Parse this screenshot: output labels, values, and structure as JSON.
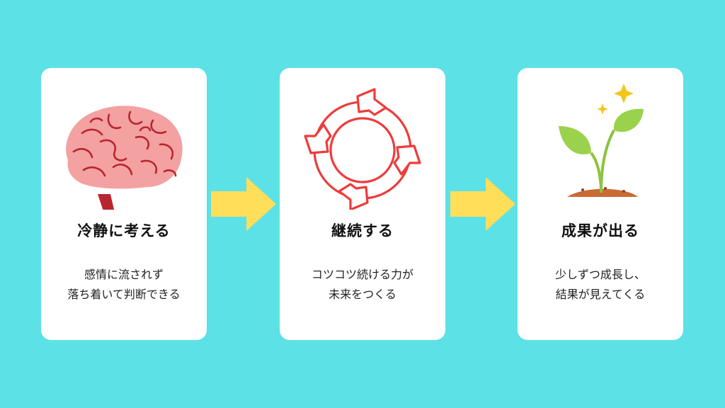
{
  "colors": {
    "background": "#5ce1e6",
    "card": "#ffffff",
    "arrow": "#ffde59",
    "brain": "#f4a1a1",
    "brain_line": "#b9252f",
    "cycle": "#ef3b3b",
    "leaf": "#9ad24b",
    "soil": "#c96a35",
    "sparkle": "#f5c518"
  },
  "steps": [
    {
      "icon": "brain-icon",
      "title": "冷静に考える",
      "lines": [
        "感情に流されず",
        "落ち着いて判断できる"
      ]
    },
    {
      "icon": "cycle-arrows-icon",
      "title": "継続する",
      "lines": [
        "コツコツ続ける力が",
        "未来をつくる"
      ]
    },
    {
      "icon": "sprout-icon",
      "title": "成果が出る",
      "lines": [
        "少しずつ成長し、",
        "結果が見えてくる"
      ]
    }
  ],
  "connectors": [
    "arrow-right-icon",
    "arrow-right-icon"
  ]
}
